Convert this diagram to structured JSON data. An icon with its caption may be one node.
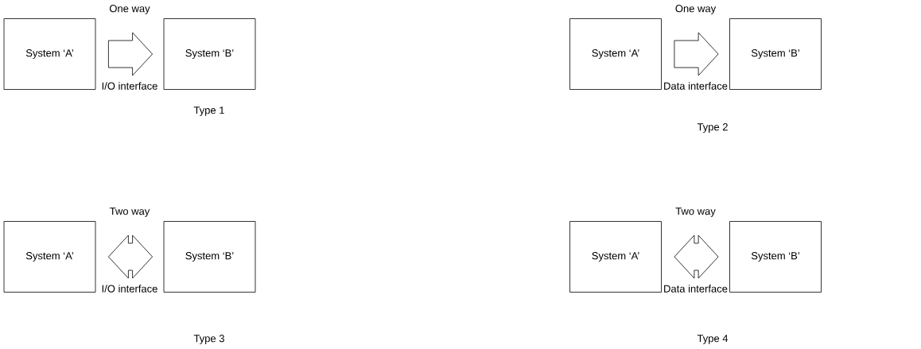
{
  "diagram": {
    "nodes": [
      {
        "text": [
          "System ‘A’"
        ]
      },
      {
        "text": [
          "System ‘B’"
        ]
      },
      {
        "text": [
          "System ‘A’"
        ]
      },
      {
        "text": [
          "System ‘B’"
        ]
      },
      {
        "text": [
          "System ‘A’"
        ]
      },
      {
        "text": [
          "System ‘B’"
        ]
      },
      {
        "text": [
          "System ‘A’"
        ]
      },
      {
        "text": [
          "System ‘B’"
        ]
      }
    ],
    "edges": [
      {
        "from": 0,
        "to": 1,
        "arrow": "to",
        "label": "One way"
      },
      {
        "from": 2,
        "to": 3,
        "arrow": "to",
        "label": "One way"
      },
      {
        "from": 4,
        "to": 5,
        "arrow": "both",
        "label": "Two way"
      },
      {
        "from": 6,
        "to": 7,
        "arrow": "both",
        "label": "Two way"
      }
    ],
    "labels": [
      "I/O interface",
      "Data interface",
      "Type 1",
      "Type 2",
      "I/O interface",
      "Data interface",
      "Type 3",
      "Type 4"
    ]
  }
}
